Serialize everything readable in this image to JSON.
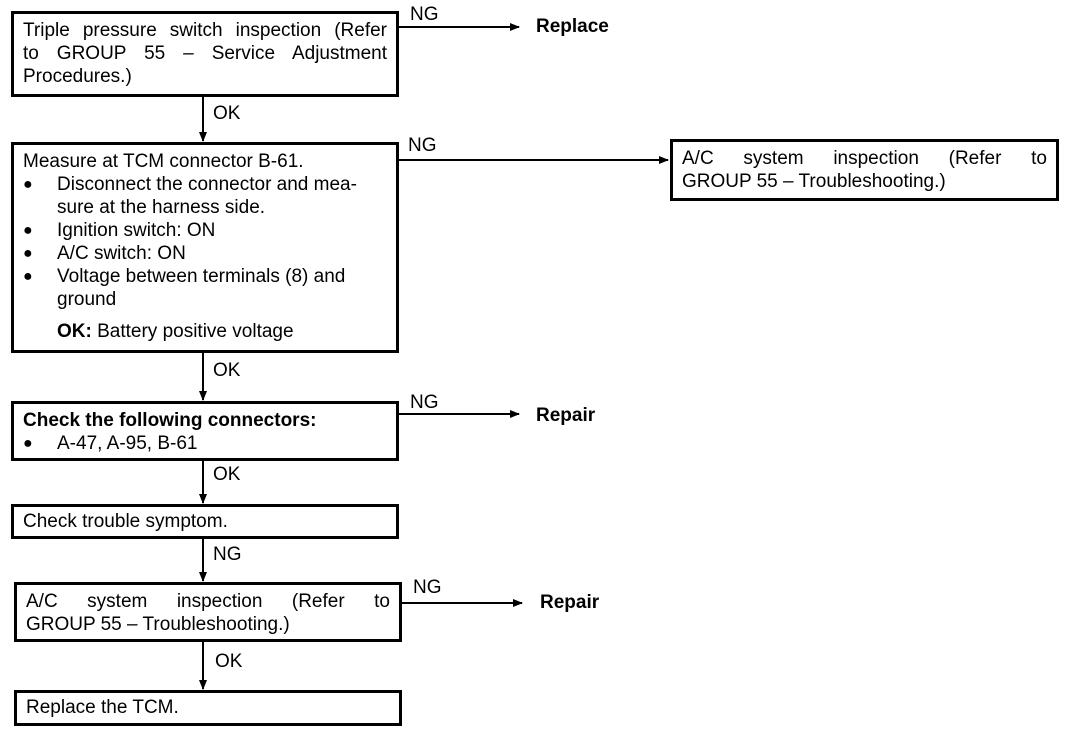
{
  "box1": {
    "line1": "Triple pressure switch inspection (Refer",
    "line2": "to GROUP 55 – Service Adjustment",
    "line3": "Procedures.)"
  },
  "box2": {
    "title": "Measure at TCM connector B-61.",
    "bullets": [
      "Disconnect the connector and mea-",
      "sure at the harness side.",
      "Ignition switch: ON",
      "A/C switch: ON",
      "Voltage between terminals (8) and",
      "ground"
    ],
    "bullet_symbol": "●",
    "ok_label": "OK:",
    "ok_value": "Battery positive voltage"
  },
  "box2_ng_target": {
    "line1": "A/C system inspection (Refer to",
    "line2": "GROUP 55 – Troubleshooting.)"
  },
  "box3": {
    "title": "Check the following connectors:",
    "bullet": "A-47, A-95, B-61"
  },
  "box4": {
    "text": "Check trouble symptom."
  },
  "box5": {
    "line1": "A/C system inspection (Refer to",
    "line2": "GROUP 55 – Troubleshooting.)"
  },
  "box6": {
    "text": "Replace the TCM."
  },
  "labels": {
    "ng": "NG",
    "ok": "OK"
  },
  "results": {
    "replace": "Replace",
    "repair1": "Repair",
    "repair2": "Repair"
  }
}
